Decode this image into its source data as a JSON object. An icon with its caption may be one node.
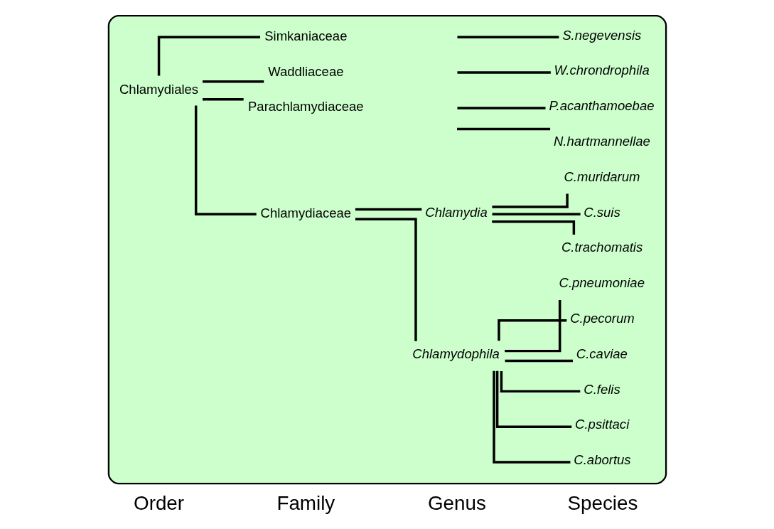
{
  "diagram": {
    "nodes": [
      {
        "text": [],
        "shape": "box"
      },
      {
        "text": [
          "Chlamydiales"
        ],
        "in": 0
      },
      {
        "text": [
          "Chlamydiaceae"
        ],
        "in": 0
      },
      {
        "text": [
          "Parachlamydiaceae"
        ],
        "in": 0
      },
      {
        "text": [
          "Waddliaceae"
        ],
        "in": 0
      },
      {
        "text": [
          "Simkaniaceae"
        ],
        "in": 0
      },
      {
        "text": [
          "Chlamydophila"
        ],
        "in": 0
      },
      {
        "text": [
          "Chlamydia"
        ],
        "in": 0
      },
      {
        "text": [
          "C.abortus"
        ],
        "in": 0
      },
      {
        "text": [
          "C.psittaci"
        ],
        "in": 0
      },
      {
        "text": [
          "C.felis"
        ],
        "in": 0
      },
      {
        "text": [
          "C.caviae"
        ],
        "in": 0
      },
      {
        "text": [
          "C.pecorum"
        ],
        "in": 0
      },
      {
        "text": [
          "C.pneumoniae"
        ],
        "in": 0
      },
      {
        "text": [
          "C.trachomatis"
        ],
        "in": 0
      },
      {
        "text": [
          "C.suis"
        ],
        "in": 0
      },
      {
        "text": [
          "C.muridarum"
        ],
        "in": 0
      },
      {
        "text": [
          "N.hartmannellae"
        ],
        "in": 0
      },
      {
        "text": [
          "P.acanthamoebae"
        ],
        "in": 0
      },
      {
        "text": [
          "W.chrondrophila"
        ],
        "in": 0
      },
      {
        "text": [
          "S.negevensis"
        ],
        "in": 0
      }
    ],
    "edges": [
      {
        "from": 1,
        "to": 2,
        "arrow": "none"
      },
      {
        "from": 1,
        "to": 3,
        "arrow": "none"
      },
      {
        "from": 1,
        "to": 4,
        "arrow": "none"
      },
      {
        "from": 1,
        "to": 5,
        "arrow": "none"
      },
      {
        "from": 2,
        "to": 6,
        "arrow": "none"
      },
      {
        "from": 2,
        "to": 7,
        "arrow": "none"
      },
      {
        "from": 6,
        "to": 8,
        "arrow": "none"
      },
      {
        "from": 6,
        "to": 9,
        "arrow": "none"
      },
      {
        "from": 6,
        "to": 10,
        "arrow": "none"
      },
      {
        "from": 6,
        "to": 11,
        "arrow": "none"
      },
      {
        "from": 6,
        "to": 12,
        "arrow": "none"
      },
      {
        "from": 6,
        "to": 13,
        "arrow": "none"
      },
      {
        "from": 7,
        "to": 14,
        "arrow": "none"
      },
      {
        "from": 7,
        "to": 15,
        "arrow": "none"
      },
      {
        "from": 7,
        "to": 16,
        "arrow": "none"
      },
      {
        "from": null,
        "to": 17,
        "arrow": "none"
      },
      {
        "from": null,
        "to": 18,
        "arrow": "none"
      },
      {
        "from": null,
        "to": 19,
        "arrow": "none"
      },
      {
        "from": null,
        "to": 20,
        "arrow": "none"
      }
    ],
    "labels": [
      "Order",
      "Family",
      "Genus",
      "Species"
    ]
  }
}
